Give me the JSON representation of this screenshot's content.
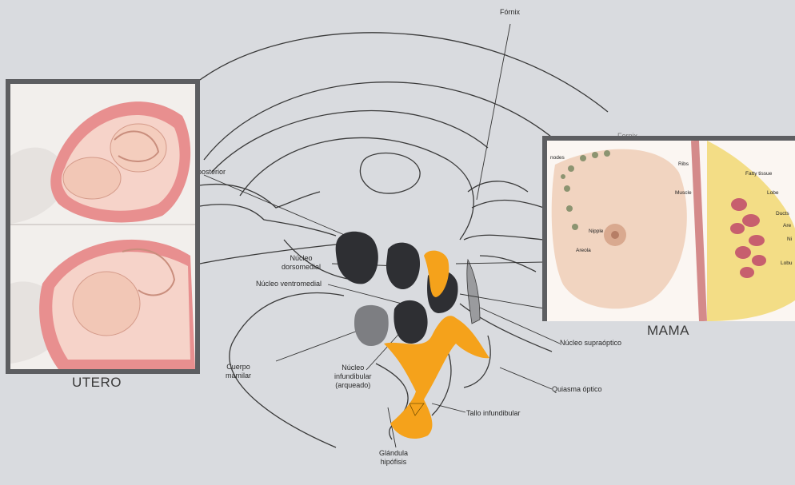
{
  "labels": {
    "fornix_top": "Fórnix",
    "fornix_right": "Fornix",
    "posterior": "posterior",
    "dorsomedial": "Núcleo\ndorsomedial",
    "ventromedial": "Núcleo ventromedial",
    "cuerpo_mamilar": "Cuerpo\nmamilar",
    "infundibular": "Núcleo\ninfundibular\n(arqueado)",
    "supraoptico": "Núcleo supraóptico",
    "quiasma": "Quiasma óptico",
    "tallo": "Tallo infundibular",
    "hipofisis": "Glándula\nhipófisis"
  },
  "captions": {
    "utero": "UTERO",
    "mama": "MAMA"
  },
  "breast_labels": {
    "nodes": "nodes",
    "nipple": "Nipple",
    "areola": "Areola",
    "ribs": "Ribs",
    "muscle": "Muscle",
    "fatty": "Fatty tissue",
    "lobe": "Lobe",
    "ducts": "Ducts",
    "are": "Are",
    "ni": "Ni",
    "lobu": "Lobu"
  },
  "colors": {
    "nucleus_dark": "#2e2f33",
    "nucleus_grey": "#7d7e82",
    "highlight_orange": "#f5a21b",
    "line": "#333333",
    "frame": "#5d5e61"
  }
}
